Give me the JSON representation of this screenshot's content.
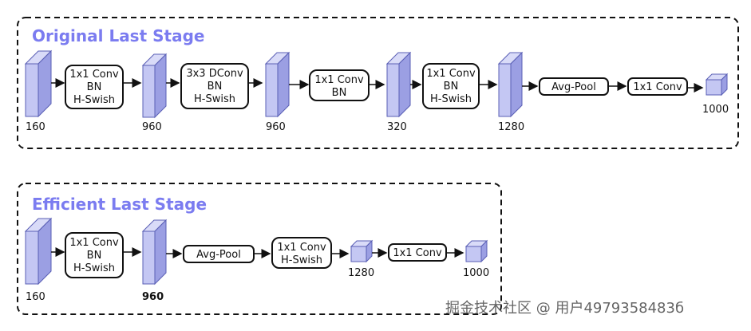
{
  "stages": [
    {
      "title": "Original Last Stage",
      "blocks": [
        [
          "1x1 Conv",
          "BN",
          "H-Swish"
        ],
        [
          "3x3 DConv",
          "BN",
          "H-Swish"
        ],
        [
          "1x1 Conv",
          "BN"
        ],
        [
          "1x1 Conv",
          "BN",
          "H-Swish"
        ],
        [
          "Avg-Pool"
        ],
        [
          "1x1 Conv"
        ]
      ],
      "dims": [
        "160",
        "960",
        "960",
        "320",
        "1280",
        "1000"
      ]
    },
    {
      "title": "Efficient Last Stage",
      "blocks": [
        [
          "1x1 Conv",
          "BN",
          "H-Swish"
        ],
        [
          "Avg-Pool"
        ],
        [
          "1x1 Conv",
          "H-Swish"
        ],
        [
          "1x1 Conv"
        ]
      ],
      "dims": [
        "160",
        "960",
        "1280",
        "1000"
      ]
    }
  ],
  "watermark": "掘金技术社区 @ 用户4979358483б",
  "colors": {
    "accent": "#7b7cf0",
    "tensor_face": "#c4c7f3",
    "tensor_side": "#9b9fe3",
    "tensor_top": "#d9dbf8",
    "tensor_stroke": "#5a5fb5"
  }
}
